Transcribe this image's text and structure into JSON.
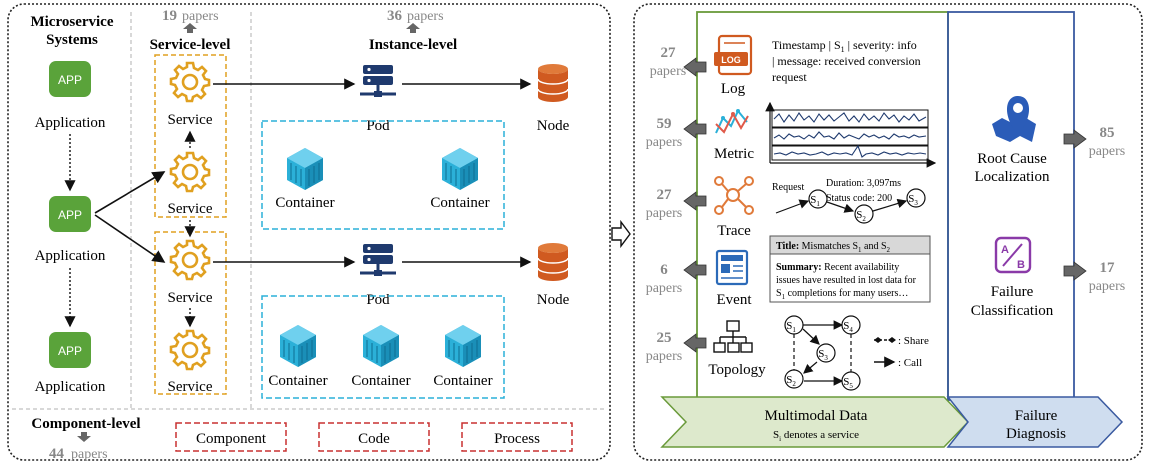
{
  "colors": {
    "app_green": "#5aa33a",
    "gear_gold": "#e0a020",
    "container_cyan": "#2bb0d8",
    "pod_navy": "#1f3a6e",
    "node_orange": "#d05a20",
    "mm_green": "#6a9a3a",
    "fd_blue": "#3a5aa0",
    "banner_green": "#dde9cc",
    "banner_blue": "#cfddef",
    "component_red": "#c83030",
    "arrow_gray": "#666666"
  },
  "left": {
    "title_line1": "Microservice",
    "title_line2": "Systems",
    "app_badge": "APP",
    "applications": [
      "Application",
      "Application",
      "Application"
    ],
    "service_level": {
      "count": "19",
      "unit": "papers",
      "title": "Service-level"
    },
    "instance_level": {
      "count": "36",
      "unit": "papers",
      "title": "Instance-level"
    },
    "services": [
      "Service",
      "Service",
      "Service",
      "Service"
    ],
    "pods": [
      "Pod",
      "Pod"
    ],
    "nodes": [
      "Node",
      "Node"
    ],
    "containers": [
      "Container",
      "Container",
      "Container",
      "Container",
      "Container"
    ],
    "component_level": {
      "title": "Component-level",
      "count": "44",
      "unit": "papers"
    },
    "components": [
      "Component",
      "Code",
      "Process"
    ]
  },
  "right": {
    "modalities": [
      {
        "count": "27",
        "unit": "papers",
        "label": "Log",
        "icon": "log-icon"
      },
      {
        "count": "59",
        "unit": "papers",
        "label": "Metric",
        "icon": "metric-icon"
      },
      {
        "count": "27",
        "unit": "papers",
        "label": "Trace",
        "icon": "trace-icon"
      },
      {
        "count": "6",
        "unit": "papers",
        "label": "Event",
        "icon": "event-icon"
      },
      {
        "count": "25",
        "unit": "papers",
        "label": "Topology",
        "icon": "topology-icon"
      }
    ],
    "log_icon_text": "LOG",
    "log_line1": "Timestamp | S",
    "log_line1_sub": "1",
    "log_line1_rest": " | severity: info",
    "log_line2": "| message: received conversion",
    "log_line3": "request",
    "trace": {
      "request": "Request",
      "duration": "Duration: 3,097ms",
      "status": "Status code: 200",
      "nodes": [
        "S",
        "S",
        "S"
      ],
      "subs": [
        "1",
        "2",
        "3"
      ]
    },
    "event": {
      "title_label": "Title:",
      "title_text": " Mismatches S",
      "title_sub1": "1",
      "title_and": " and S",
      "title_sub2": "2",
      "summary_label": "Summary:",
      "summary_l1": " Recent availability",
      "summary_l2": "issues have resulted in lost data for",
      "summary_l3_s": "S",
      "summary_l3_sub": "1",
      "summary_l3": " completions for many users…"
    },
    "topology": {
      "nodes": [
        "S",
        "S",
        "S",
        "S",
        "S"
      ],
      "subs": [
        "1",
        "4",
        "3",
        "2",
        "5"
      ],
      "share_label": ": Share",
      "call_label": ": Call"
    },
    "tasks": [
      {
        "label_line1": "Root Cause",
        "label_line2": "Localization",
        "count": "85",
        "unit": "papers",
        "icon": "location-map-icon"
      },
      {
        "label_line1": "Failure",
        "label_line2": "Classification",
        "count": "17",
        "unit": "papers",
        "icon": "ab-test-icon"
      }
    ],
    "ab_icon_a": "A",
    "ab_icon_b": "B",
    "banner_mm_title": "Multimodal Data",
    "banner_mm_sub_s": "S",
    "banner_mm_sub_i": "i",
    "banner_mm_sub_rest": " denotes a service",
    "banner_fd_line1": "Failure",
    "banner_fd_line2": "Diagnosis"
  }
}
